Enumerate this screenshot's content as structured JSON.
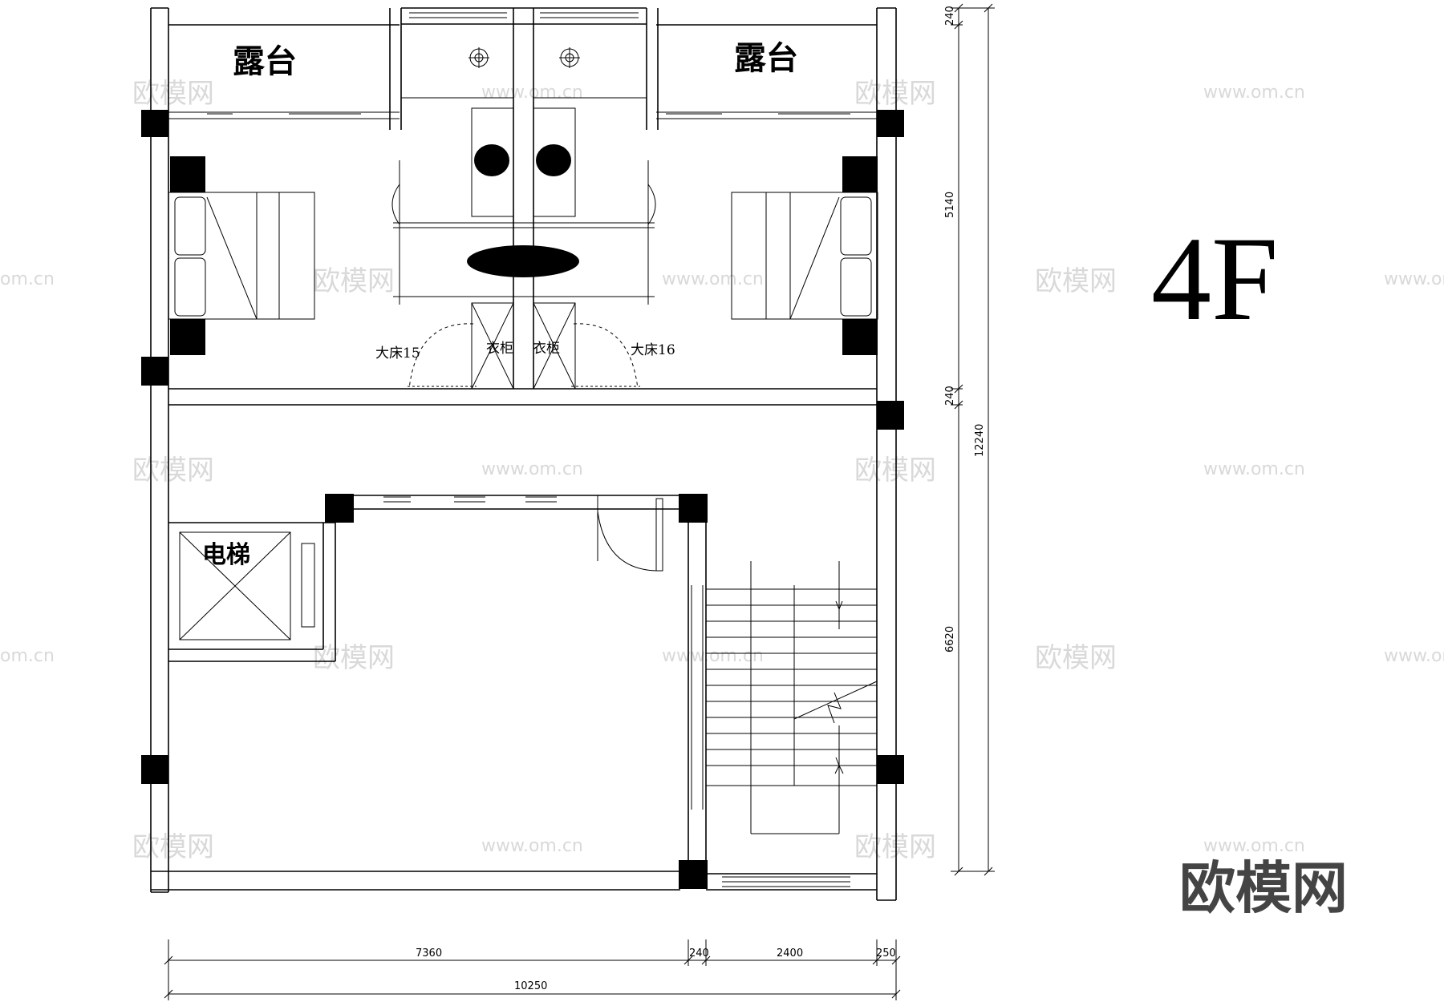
{
  "plan": {
    "floor_label": "4F",
    "rooms": {
      "terrace_left": "露台",
      "terrace_right": "露台",
      "elevator": "电梯",
      "bed_left": "大床15",
      "bed_right": "大床16",
      "wardrobe_left": "衣柜",
      "wardrobe_right": "衣柜"
    },
    "dimensions": {
      "right_top": "240",
      "right_upper": "5140",
      "right_mid": "240",
      "right_lower": "6620",
      "right_total": "12240",
      "bottom_a": "7360",
      "bottom_b": "240",
      "bottom_c": "2400",
      "bottom_d": "250",
      "bottom_total": "10250"
    }
  },
  "brand": {
    "logo_text": "欧模网",
    "watermark_cn": "欧模网",
    "watermark_url": "www.om.cn",
    "watermark_url_cut": "om.cn"
  }
}
